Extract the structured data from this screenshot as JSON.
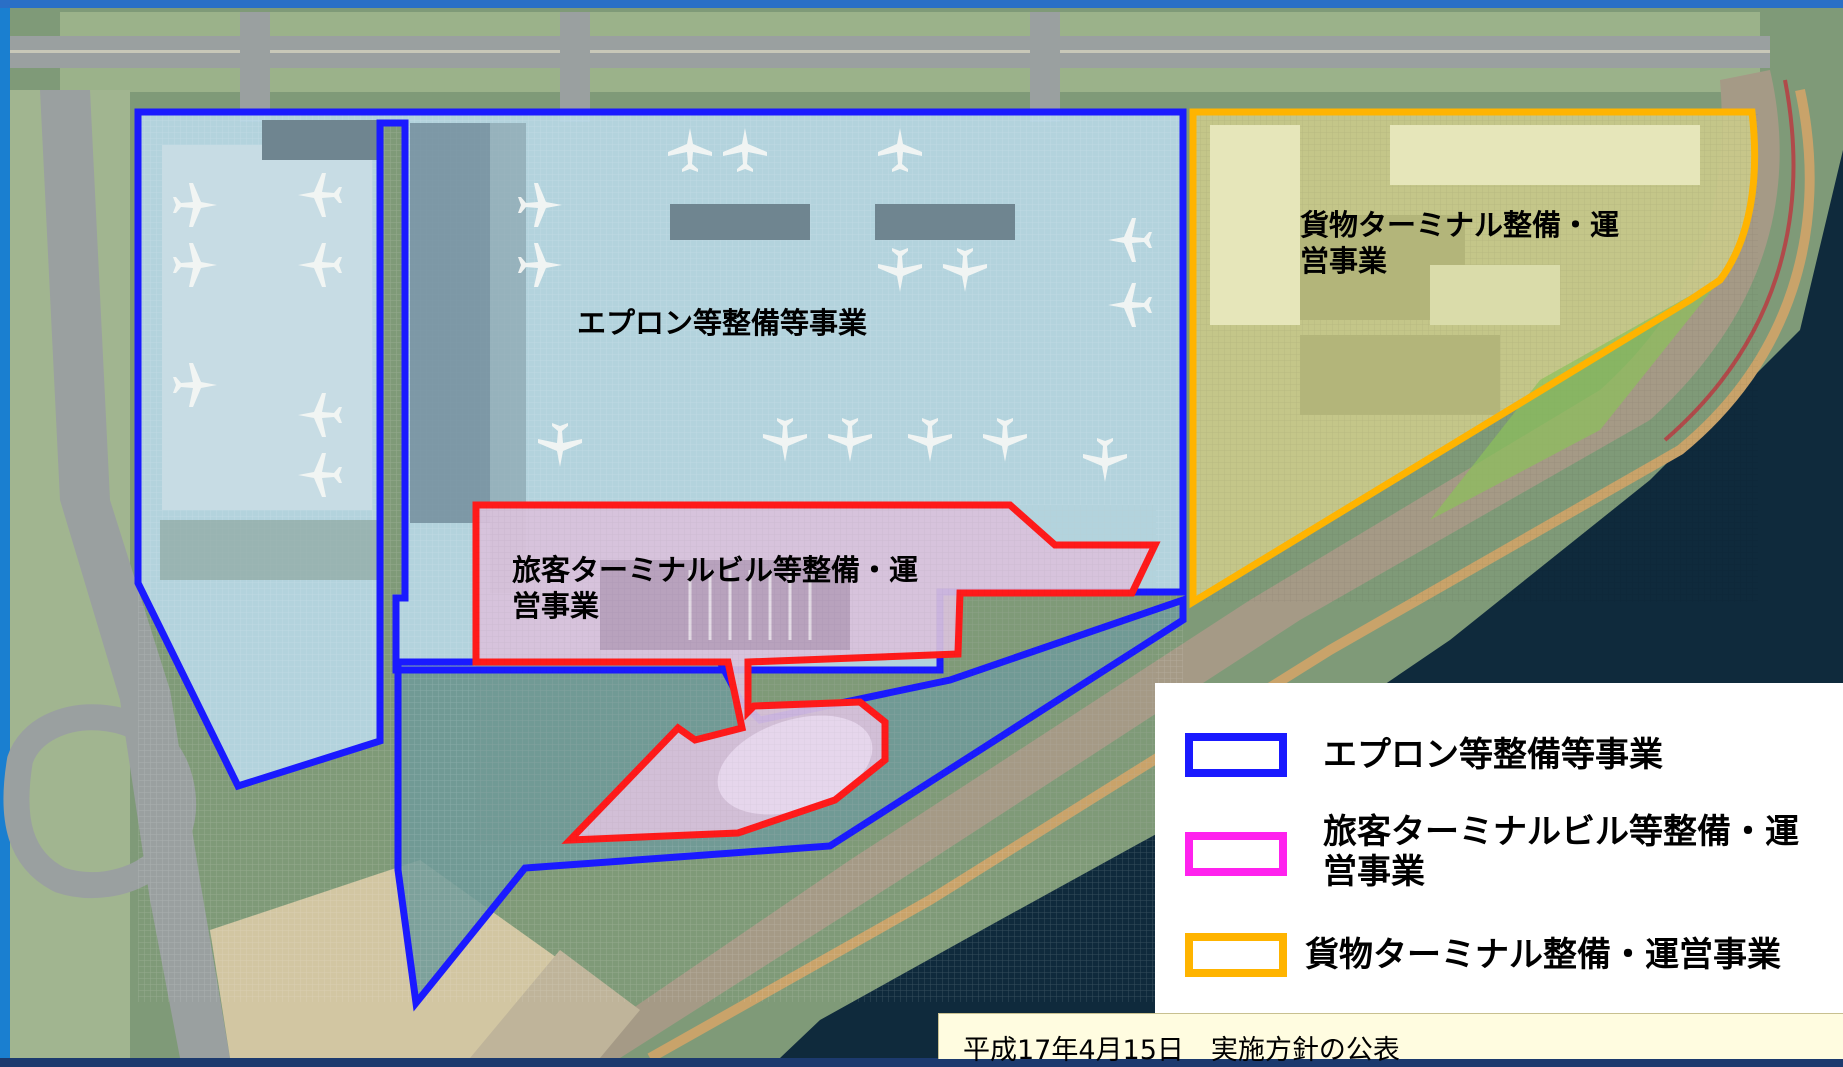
{
  "areas": [
    {
      "id": "apron",
      "label": "エプロン等整備等事業",
      "color": "#1a1aff"
    },
    {
      "id": "passenger",
      "label": "旅客ターミナルビル等整備・運\n営事業",
      "color": "#ff1a1a"
    },
    {
      "id": "cargo",
      "label": "貨物ターミナル整備・運\n営事業",
      "color": "#ffb400"
    }
  ],
  "legend": [
    {
      "label": "エプロン等整備等事業",
      "color": "#1a1aff"
    },
    {
      "label": "旅客ターミナルビル等整備・運\n営事業",
      "color": "#ff22ee"
    },
    {
      "label": "貨物ターミナル整備・運営事業",
      "color": "#ffb400"
    }
  ],
  "footer": {
    "text": "平成17年4月15日　実施方針の公表"
  }
}
